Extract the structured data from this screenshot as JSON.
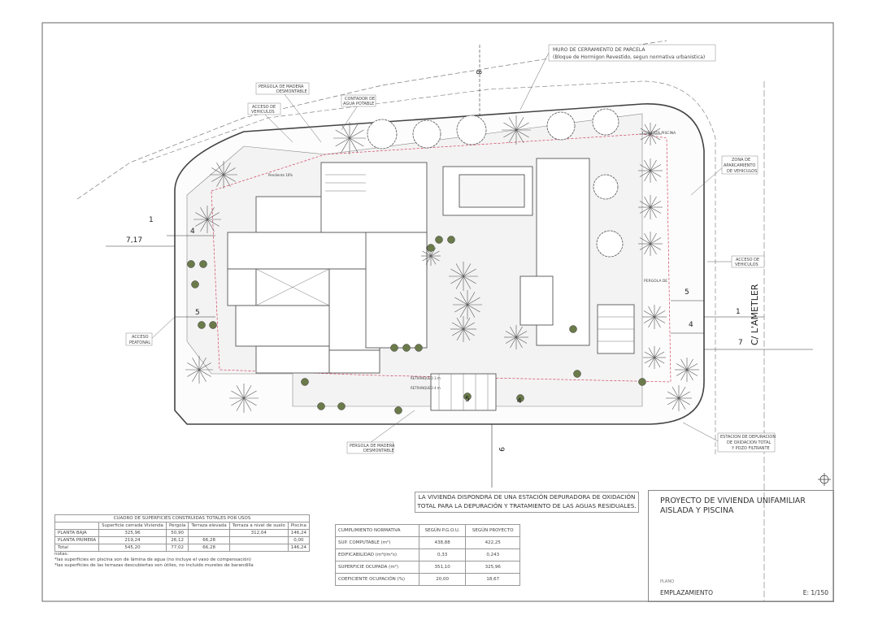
{
  "labels": {
    "muro_1": "MURO DE CERRAMIENTO DE PARCELA",
    "muro_2": "(Bloque de Hormigon Revestido, segun normativa urbanistica)",
    "pergola_top_1": "PERGOLA DE MADERA",
    "pergola_top_2": "DESMONTABLE",
    "contador_1": "CONTADOR DE",
    "contador_2": "AGUA POTABLE",
    "acceso_veh_top_1": "ACCESO DE",
    "acceso_veh_top_2": "VEHICULOS",
    "zona_1": "ZONA DE",
    "zona_2": "APARCAMIENTO",
    "zona_3": "DE VEHICULOS",
    "acceso_veh_right_1": "ACCESO DE",
    "acceso_veh_right_2": "VEHICULOS",
    "acceso_peatonal_1": "ACCESO",
    "acceso_peatonal_2": "PEATONAL",
    "pergola_bottom_1": "PERGOLA DE MADERA",
    "pergola_bottom_2": "DESMONTABLE",
    "estacion_1": "ESTACION DE DEPURACION",
    "estacion_2": "DE OXIDACION TOTAL",
    "estacion_3": "Y POZO FILTRANTE",
    "cubierta_piscina": "CUBIERTA PISCINA",
    "pergola_right": "PERGOLA DE",
    "pendiente": "Pendiente 16%",
    "retranqueo_3": "RETRANQUEO 3 m",
    "retranqueo_4": "RETRANQUEO 4 m",
    "street": "C/ L'AMETLER"
  },
  "dimensions": {
    "left_717": "7,17",
    "left_1": "1",
    "left_4": "4",
    "left_5": "5",
    "top_8": "8",
    "bottom_9": "9",
    "bottom_5": "5",
    "bottom_4": "4",
    "right_5": "5",
    "right_4": "4",
    "right_1": "1",
    "right_7": "7"
  },
  "note": {
    "line1": "LA VIVIENDA DISPONDRÁ DE UNA ESTACIÓN DEPURADORA DE OXIDACIÓN",
    "line2": "TOTAL PARA LA DEPURACIÓN Y TRATAMIENTO DE LAS AGUAS RESIDUALES."
  },
  "surfaces_table": {
    "title": "CUADRO DE SUPERFICIES CONSTRUIDAS TOTALES POR USOS",
    "headers": [
      "",
      "Superficie cerrada Vivienda",
      "Pérgola",
      "Terraza elevada",
      "Terraza a nivel de suelo",
      "Piscina"
    ],
    "rows": [
      [
        "PLANTA BAJA",
        "325,96",
        "50,90",
        "",
        "312,04",
        "146,24"
      ],
      [
        "PLANTA PRIMERA",
        "219,24",
        "26,12",
        "66,28",
        "",
        "0,00"
      ],
      [
        "Total",
        "545,20",
        "77,02",
        "66,28",
        "",
        "146,24"
      ]
    ],
    "notes_label": "notas:",
    "notes": [
      "*las superficies en piscina son de lámina de agua (no incluye el vaso de compensación)",
      "*las superficies de las terrazas descubiertas son útiles, no incluido mureles de barandilla"
    ]
  },
  "compliance_table": {
    "headers": [
      "CUMPLIMIENTO NORMATIVA",
      "SEGÚN P.G.O.U.",
      "SEGÚN PROYECTO"
    ],
    "rows": [
      [
        "SUP. COMPUTABLE        (m²)",
        "438,88",
        "422,25"
      ],
      [
        "EDIFICABILIDAD      (m²t/m²s)",
        "0,33",
        "0,243"
      ],
      [
        "SUPERFICIE OCUPADA     (m²)",
        "351,10",
        "325,96"
      ],
      [
        "COEFICIENTE OCUPACIÓN   (%)",
        "20,00",
        "18,67"
      ]
    ]
  },
  "title_block": {
    "project_1": "PROYECTO  DE VIVIENDA UNIFAMILIAR",
    "project_2": "AISLADA Y PISCINA",
    "plano_label": "PLANO",
    "plano": "EMPLAZAMIENTO",
    "scale": "E: 1/150"
  },
  "colors": {
    "line": "#555555",
    "setback_line": "#d04060",
    "shrub": "#6b7a4a"
  }
}
